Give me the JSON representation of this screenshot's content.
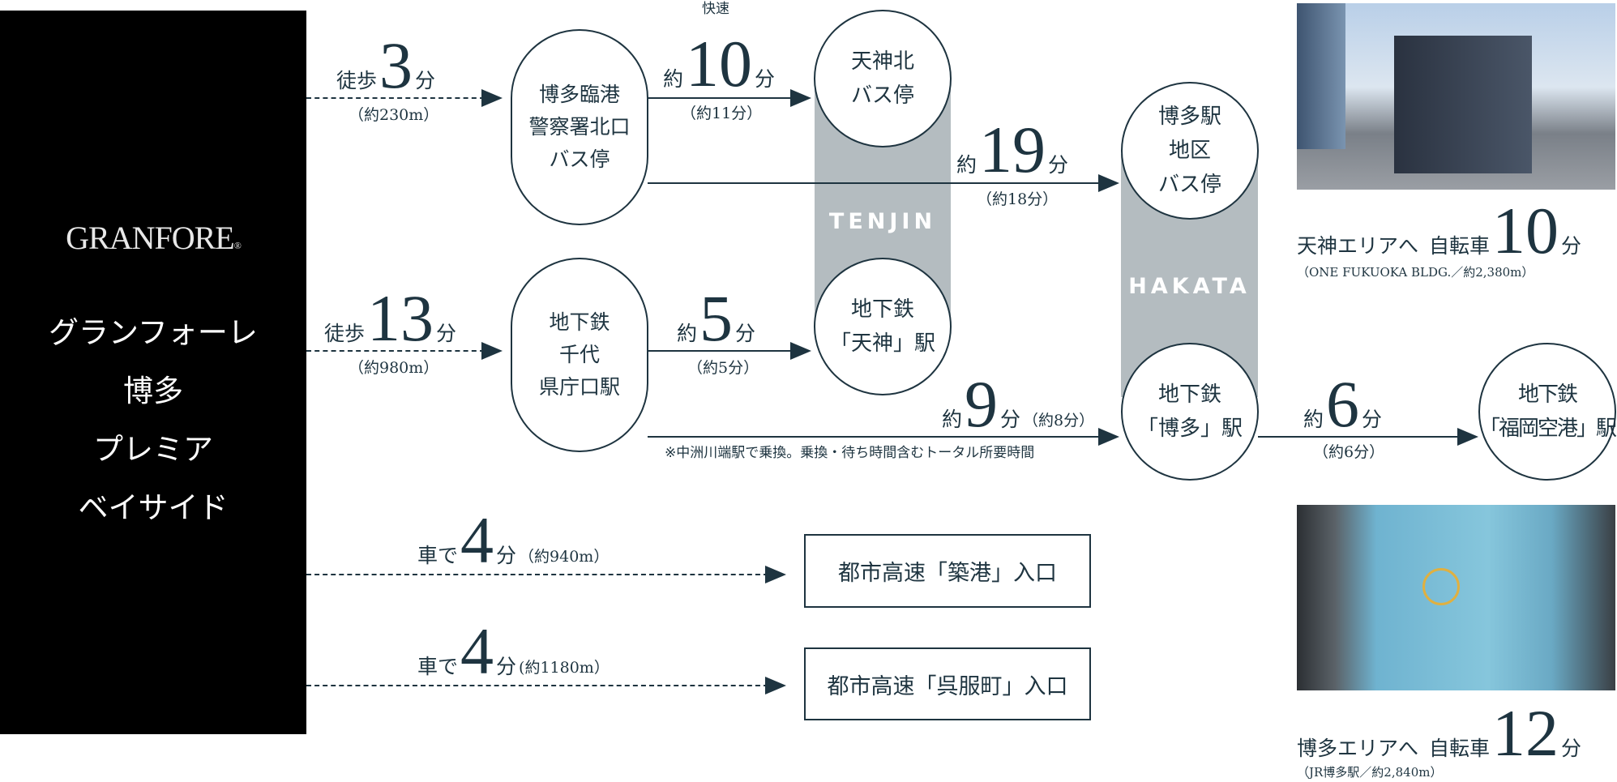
{
  "property": {
    "logo": "GRANFORE",
    "logo_mark": "®",
    "name_lines": [
      "グランフォーレ",
      "博多",
      "プレミア",
      "ベイサイド"
    ]
  },
  "areas": {
    "tenjin": "TENJIN",
    "hakata": "HAKATA"
  },
  "nodes": {
    "rinko_bus": [
      "博多臨港",
      "警察署北口",
      "バス停"
    ],
    "chiyo_station": [
      "地下鉄",
      "千代",
      "県庁口駅"
    ],
    "tenjin_kita_bus": [
      "天神北",
      "バス停"
    ],
    "tenjin_station": [
      "地下鉄",
      "「天神」駅"
    ],
    "hakata_bus": [
      "博多駅",
      "地区",
      "バス停"
    ],
    "hakata_station": [
      "地下鉄",
      "「博多」駅"
    ],
    "airport_station": [
      "地下鉄",
      "「福岡空港」駅"
    ],
    "chikko_entrance": "都市高速「築港」入口",
    "gofukumachi_entrance": "都市高速「呉服町」入口"
  },
  "routes": {
    "walk1": {
      "prefix": "徒歩",
      "num": "3",
      "unit": "分",
      "sub": "（約230m）"
    },
    "walk2": {
      "prefix": "徒歩",
      "num": "13",
      "unit": "分",
      "sub": "（約980m）"
    },
    "rapid": {
      "tag": "快速",
      "prefix": "約",
      "num": "10",
      "unit": "分",
      "sub": "（約11分）"
    },
    "bus19": {
      "prefix": "約",
      "num": "19",
      "unit": "分",
      "sub": "（約18分）"
    },
    "sub5": {
      "prefix": "約",
      "num": "5",
      "unit": "分",
      "sub": "（約5分）"
    },
    "sub9": {
      "prefix": "約",
      "num": "9",
      "unit": "分",
      "sub": "（約8分）",
      "note": "※中洲川端駅で乗換。乗換・待ち時間含むトータル所要時間"
    },
    "sub6": {
      "prefix": "約",
      "num": "6",
      "unit": "分",
      "sub": "（約6分）"
    },
    "car1": {
      "prefix": "車で",
      "num": "4",
      "unit": "分",
      "sub": "（約940m）"
    },
    "car2": {
      "prefix": "車で",
      "num": "4",
      "unit": "分",
      "sub": "(約1180m）"
    }
  },
  "bikes": {
    "tenjin": {
      "label": "天神エリアへ",
      "mode": "自転車",
      "num": "10",
      "unit": "分",
      "sub": "（ONE FUKUOKA BLDG.／約2,380m）"
    },
    "hakata": {
      "label": "博多エリアへ",
      "mode": "自転車",
      "num": "12",
      "unit": "分",
      "sub": "（JR博多駅／約2,840m）"
    }
  },
  "colors": {
    "ink": "#1e3440",
    "band": "#b4bcc0",
    "panel": "#000000"
  }
}
